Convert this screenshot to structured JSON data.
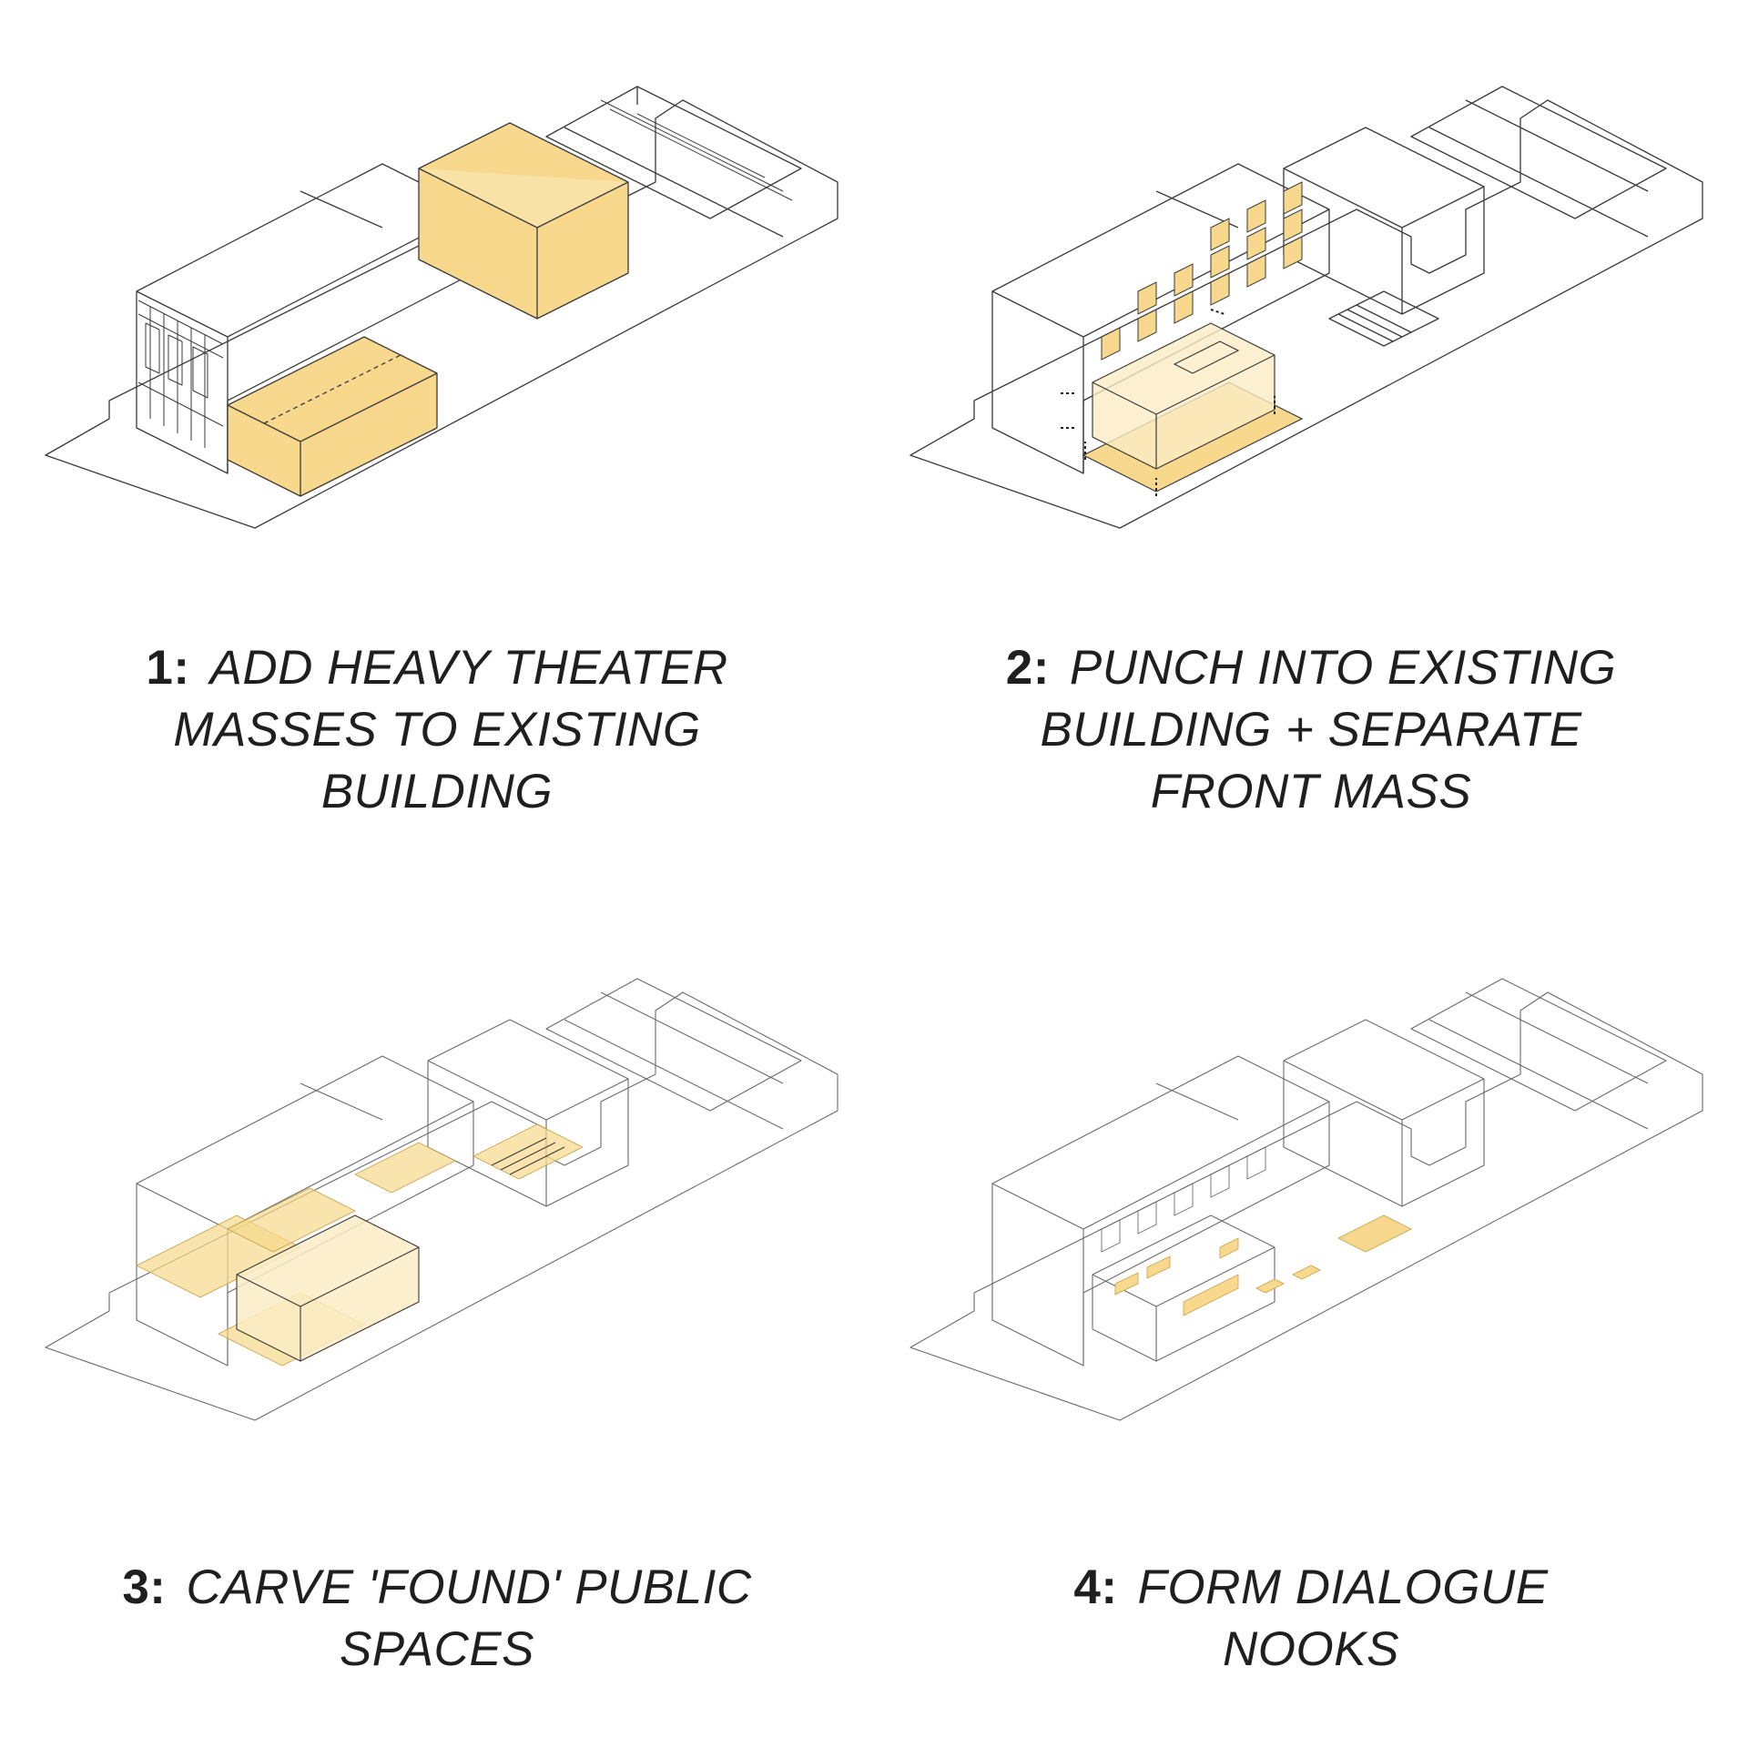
{
  "colors": {
    "accent": "#f7d88c",
    "accent_light": "#fbecc4",
    "line": "#3a3a3a",
    "text": "#1f1f1f"
  },
  "steps": [
    {
      "number": "1:",
      "lines": [
        "ADD HEAVY THEATER",
        "MASSES TO EXISTING",
        "BUILDING"
      ]
    },
    {
      "number": "2:",
      "lines": [
        "PUNCH INTO EXISTING",
        "BUILDING + SEPARATE",
        "FRONT MASS"
      ]
    },
    {
      "number": "3:",
      "lines": [
        "CARVE 'FOUND' PUBLIC",
        "SPACES"
      ]
    },
    {
      "number": "4:",
      "lines": [
        "FORM DIALOGUE",
        "NOOKS"
      ]
    }
  ]
}
